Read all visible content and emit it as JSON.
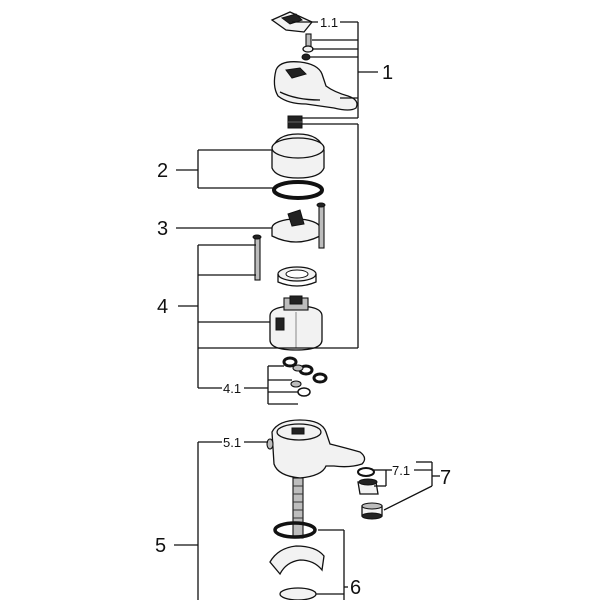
{
  "callouts": {
    "c1_1": "1.1",
    "c1": "1",
    "c2": "2",
    "c3": "3",
    "c4": "4",
    "c4_1": "4.1",
    "c5_1": "5.1",
    "c5": "5",
    "c6": "6",
    "c7": "7",
    "c7_1": "7.1"
  }
}
